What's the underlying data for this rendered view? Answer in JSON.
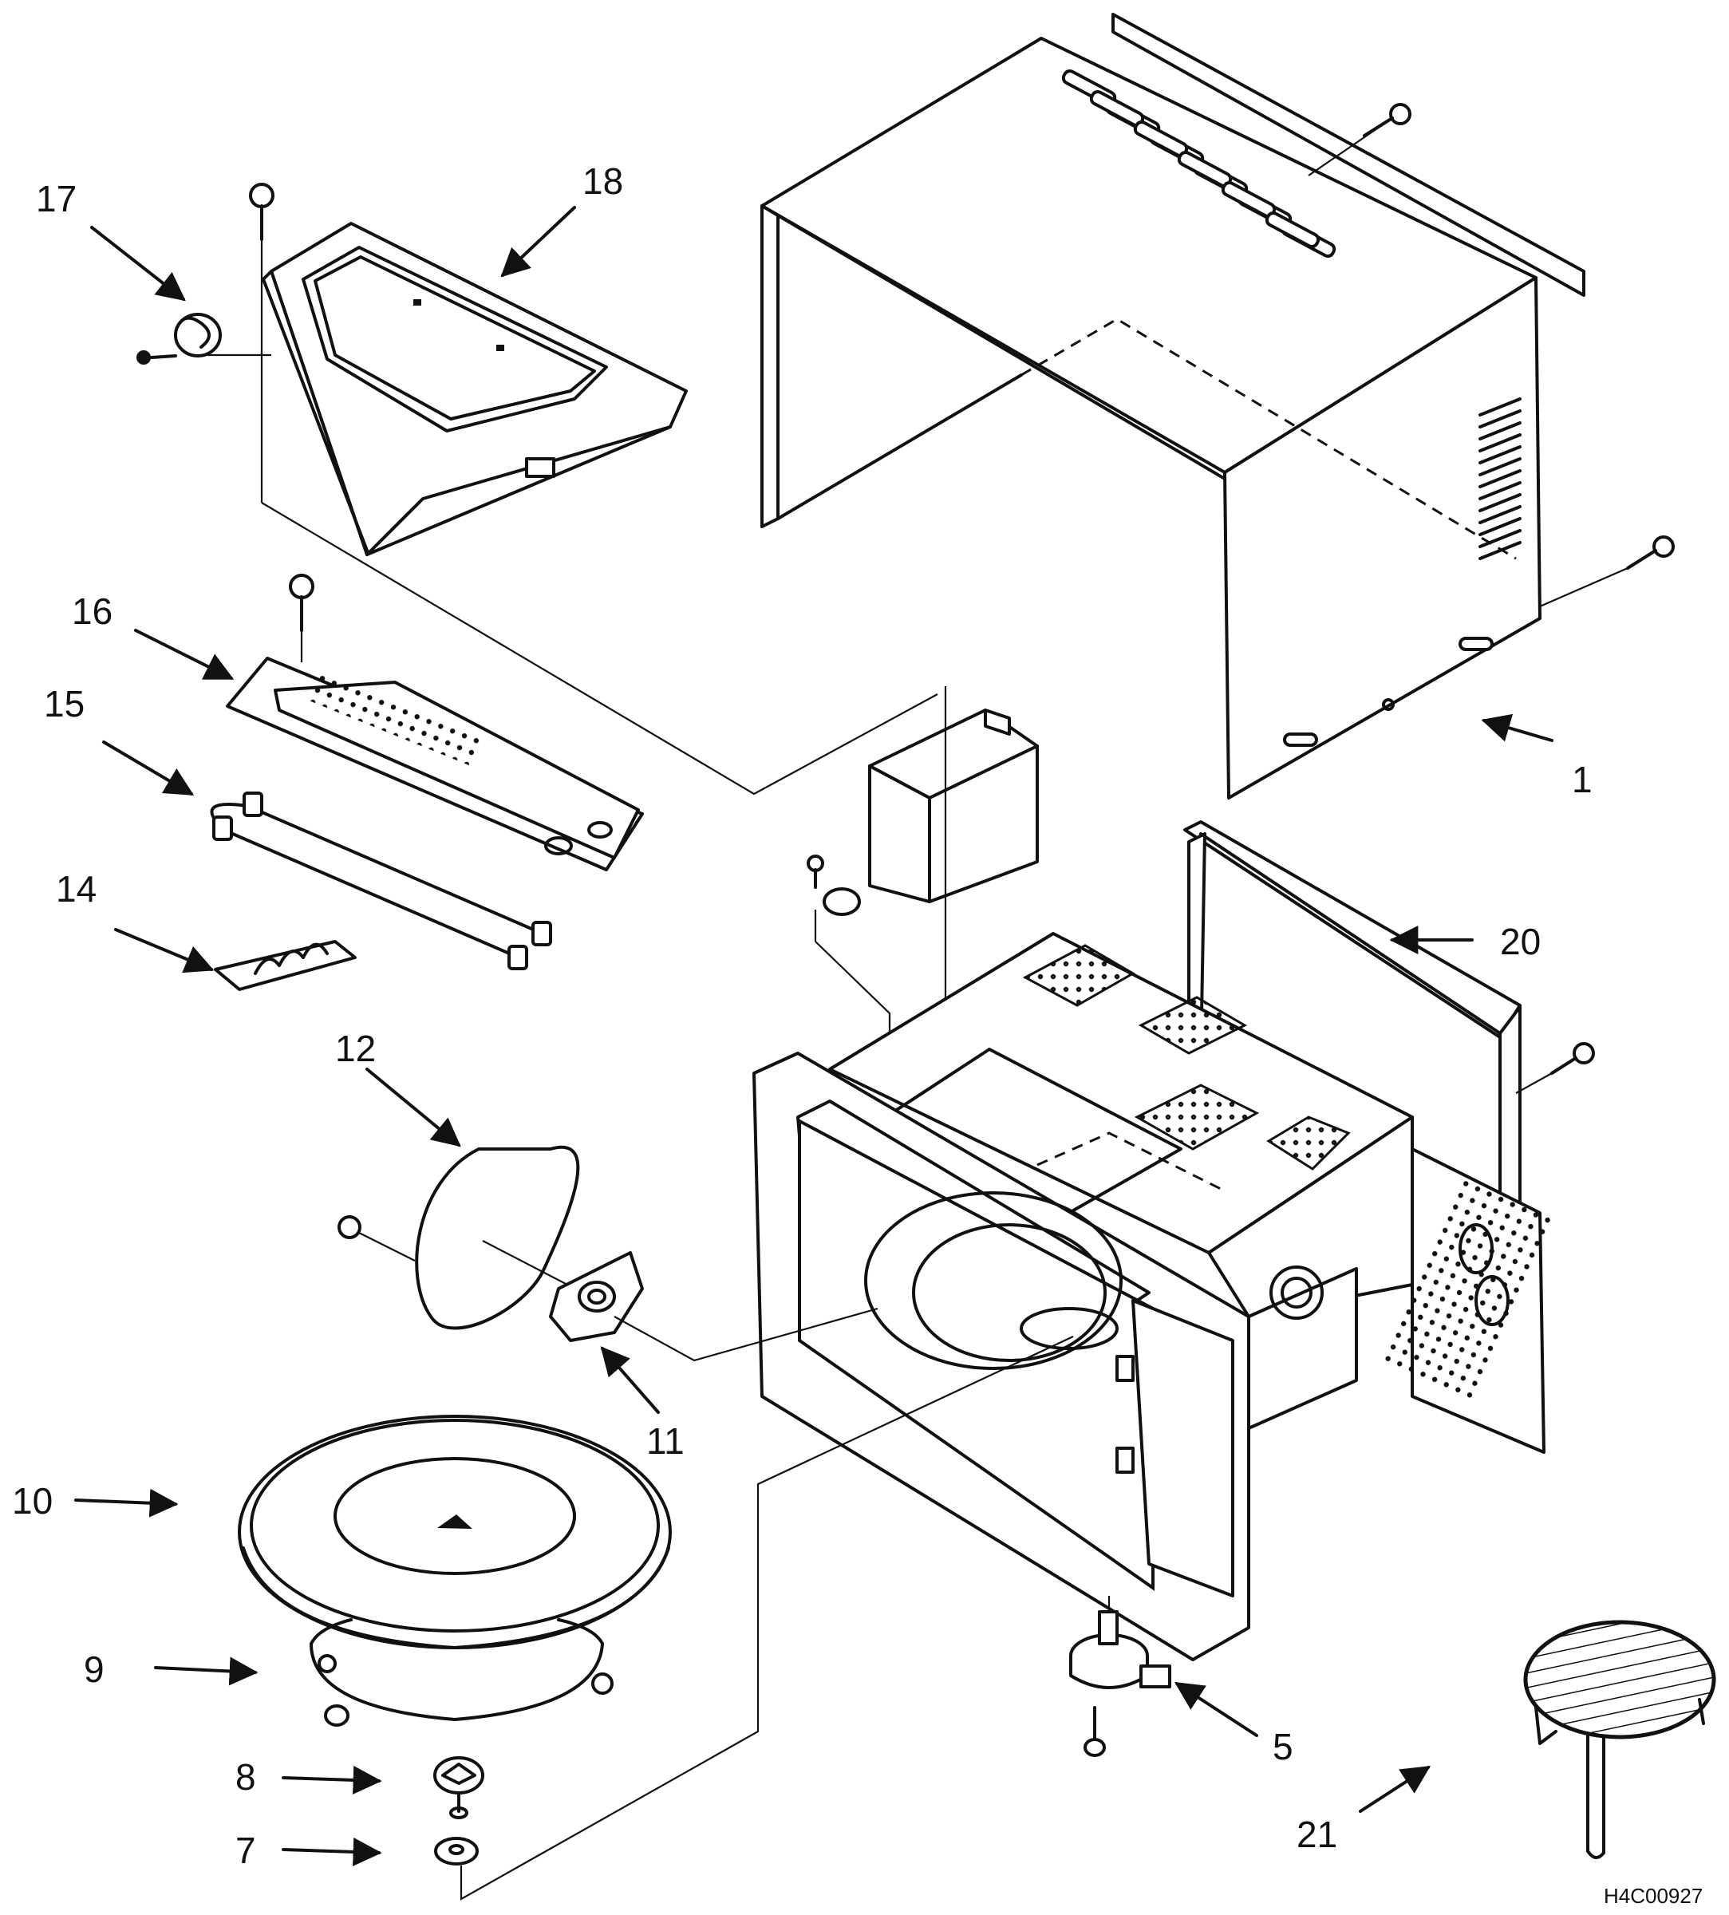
{
  "callouts": {
    "c1": "1",
    "c5": "5",
    "c7": "7",
    "c8": "8",
    "c9": "9",
    "c10": "10",
    "c11": "11",
    "c12": "12",
    "c14": "14",
    "c15": "15",
    "c16": "16",
    "c17": "17",
    "c18": "18",
    "c20": "20",
    "c21": "21"
  },
  "document_id": "H4C00927"
}
